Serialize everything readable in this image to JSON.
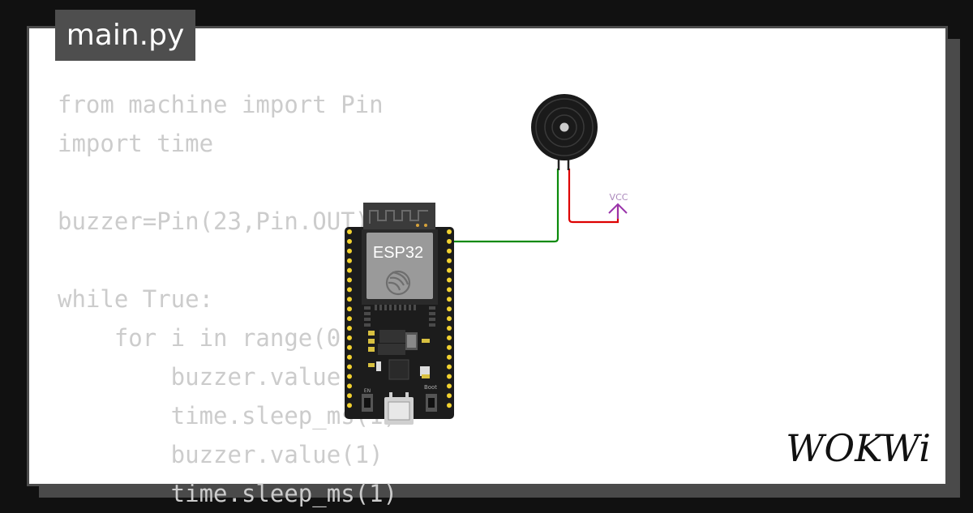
{
  "file_tab": {
    "label": "main.py"
  },
  "code_lines": [
    "from machine import Pin",
    "import time",
    "",
    "buzzer=Pin(23,Pin.OUT)",
    "",
    "while True:",
    "    for i in range(0,10,20):",
    "        buzzer.value(0)",
    "        time.sleep_ms(1)",
    "        buzzer.value(1)",
    "        time.sleep_ms(1)"
  ],
  "board": {
    "label": "ESP32",
    "boot_label": "Boot",
    "en_label": "EN"
  },
  "vcc": {
    "label": "VCC"
  },
  "logo": {
    "text": "WOKWi"
  },
  "colors": {
    "background": "#111111",
    "card": "#ffffff",
    "code_text": "#cccccc",
    "wire_signal": "#0a8a0a",
    "wire_power": "#dd0000",
    "vcc_symbol": "#9933aa",
    "board": "#1c1c1c",
    "pin": "#f2d230"
  }
}
